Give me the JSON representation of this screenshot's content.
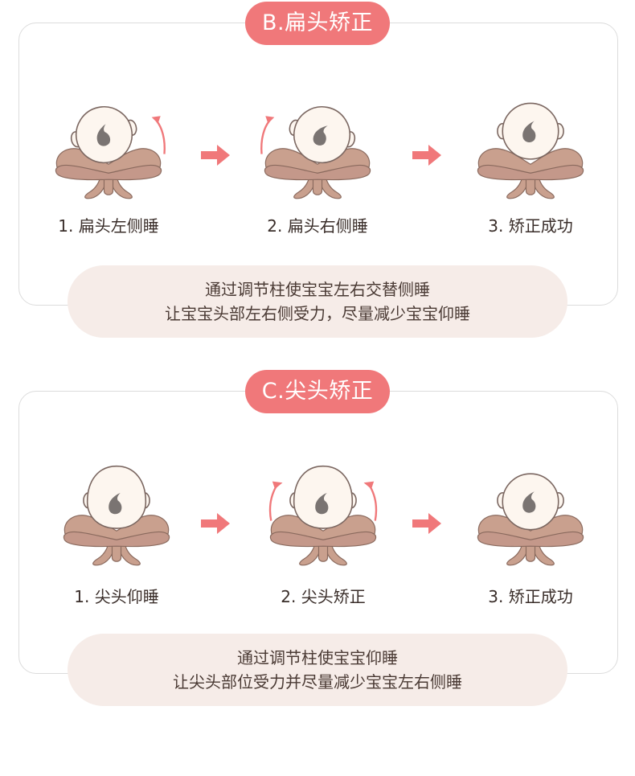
{
  "colors": {
    "accent": "#f0787a",
    "hand": "#c9a08e",
    "face": "#fdf6ef",
    "note_bg": "#f6ece8"
  },
  "sections": [
    {
      "title": "B.扁头矫正",
      "steps": [
        {
          "label": "1. 扁头左侧睡"
        },
        {
          "label": "2. 扁头右侧睡"
        },
        {
          "label": "3. 矫正成功"
        }
      ],
      "note_lines": [
        "通过调节柱使宝宝左右交替侧睡",
        "让宝宝头部左右侧受力，尽量减少宝宝仰睡"
      ]
    },
    {
      "title": "C.尖头矫正",
      "steps": [
        {
          "label": "1. 尖头仰睡"
        },
        {
          "label": "2. 尖头矫正"
        },
        {
          "label": "3. 矫正成功"
        }
      ],
      "note_lines": [
        "通过调节柱使宝宝仰睡",
        "让尖头部位受力并尽量减少宝宝左右侧睡"
      ]
    }
  ]
}
